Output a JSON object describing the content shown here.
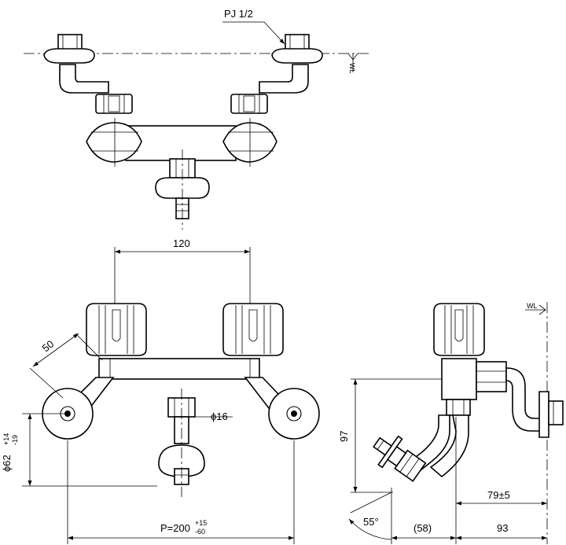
{
  "labels": {
    "thread": "PJ 1/2",
    "wl": "WL",
    "d120": "120",
    "d50": "50",
    "d16": "ϕ16",
    "d62": "ϕ62",
    "d62_tol_up": "+14",
    "d62_tol_dn": "-19",
    "pitch": "P=200",
    "pitch_tol_up": "+15",
    "pitch_tol_dn": "-60",
    "d97": "97",
    "d79": "79±5",
    "d58": "(58)",
    "d93": "93",
    "angle": "55°"
  }
}
